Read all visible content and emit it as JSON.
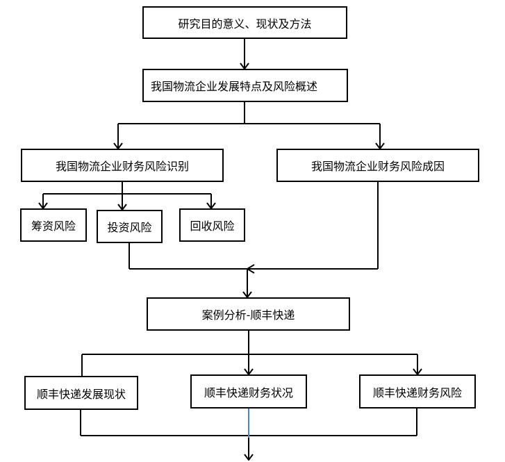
{
  "diagram": {
    "nodes": {
      "purpose": "研究目的意义、现状及方法",
      "overview": "我国物流企业发展特点及风险概述",
      "identify": "我国物流企业财务风险识别",
      "cause": "我国物流企业财务风险成因",
      "financing": "筹资风险",
      "investment": "投资风险",
      "recovery": "回收风险",
      "case": "案例分析-顺丰快递",
      "status": "顺丰快递发展现状",
      "finance_status": "顺丰快递财务状况",
      "finance_risk": "顺丰快递财务风险"
    },
    "colors": {
      "line": "#000000",
      "accent_line": "#4a86c5"
    }
  }
}
